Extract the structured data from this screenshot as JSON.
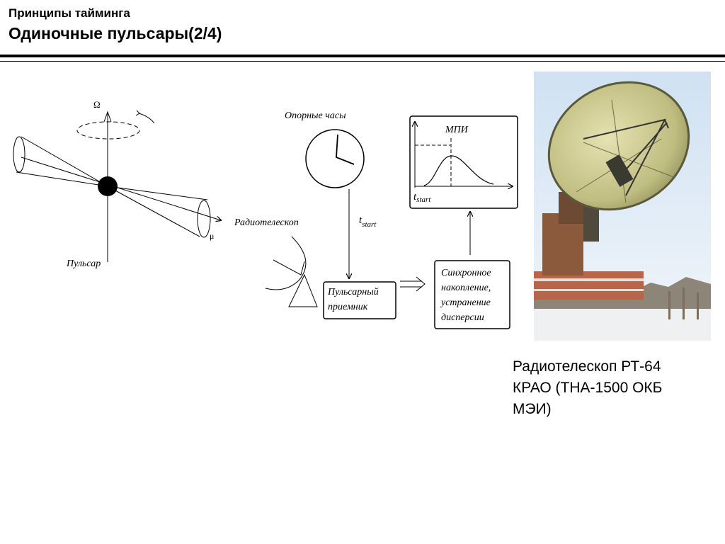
{
  "header": {
    "subtitle": "Принципы тайминга",
    "title": "Одиночные пульсары(2/4)"
  },
  "diagram": {
    "omega_label": "Ω",
    "mu_label": "μ",
    "pulsar_label": "Пульсар",
    "reference_clock_label": "Опорные часы",
    "radio_telescope_label": "Радиотелескоп",
    "t_start_symbol": "t",
    "t_start_subscript": "start",
    "receiver_box": {
      "line1": "Пульсарный",
      "line2": "приемник"
    },
    "accumulation_box": {
      "line1": "Синхронное",
      "line2": "накопление,",
      "line3": "устранение",
      "line4": "дисперсии"
    },
    "profile_box": {
      "label": "МПИ",
      "axis_symbol": "t",
      "axis_subscript": "start"
    }
  },
  "photo": {
    "subject": "radio-telescope-rt64-photo"
  },
  "caption": {
    "line1": "Радиотелескоп РТ-64",
    "line2": "КРАО (ТНА-1500 ОКБ",
    "line3": "МЭИ)"
  }
}
